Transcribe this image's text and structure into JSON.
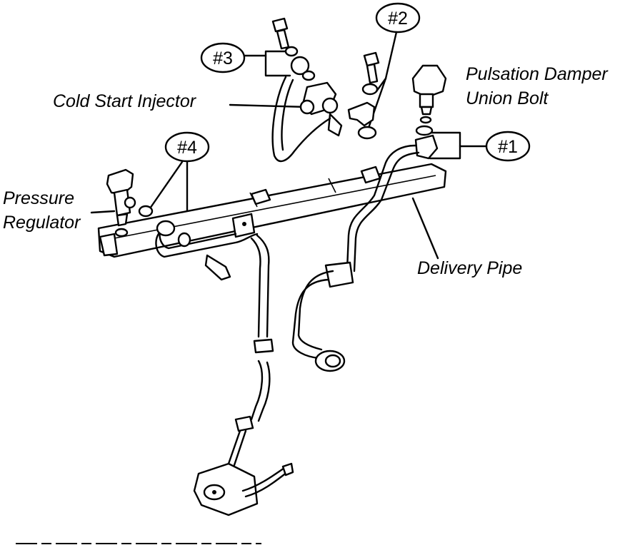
{
  "labels": {
    "pulsation_damper_line1": "Pulsation Damper",
    "pulsation_damper_line2": "Union Bolt",
    "cold_start_injector": "Cold Start Injector",
    "pressure_regulator_line1": "Pressure",
    "pressure_regulator_line2": "Regulator",
    "delivery_pipe": "Delivery Pipe"
  },
  "callouts": {
    "c1": "#1",
    "c2": "#2",
    "c3": "#3",
    "c4": "#4"
  }
}
